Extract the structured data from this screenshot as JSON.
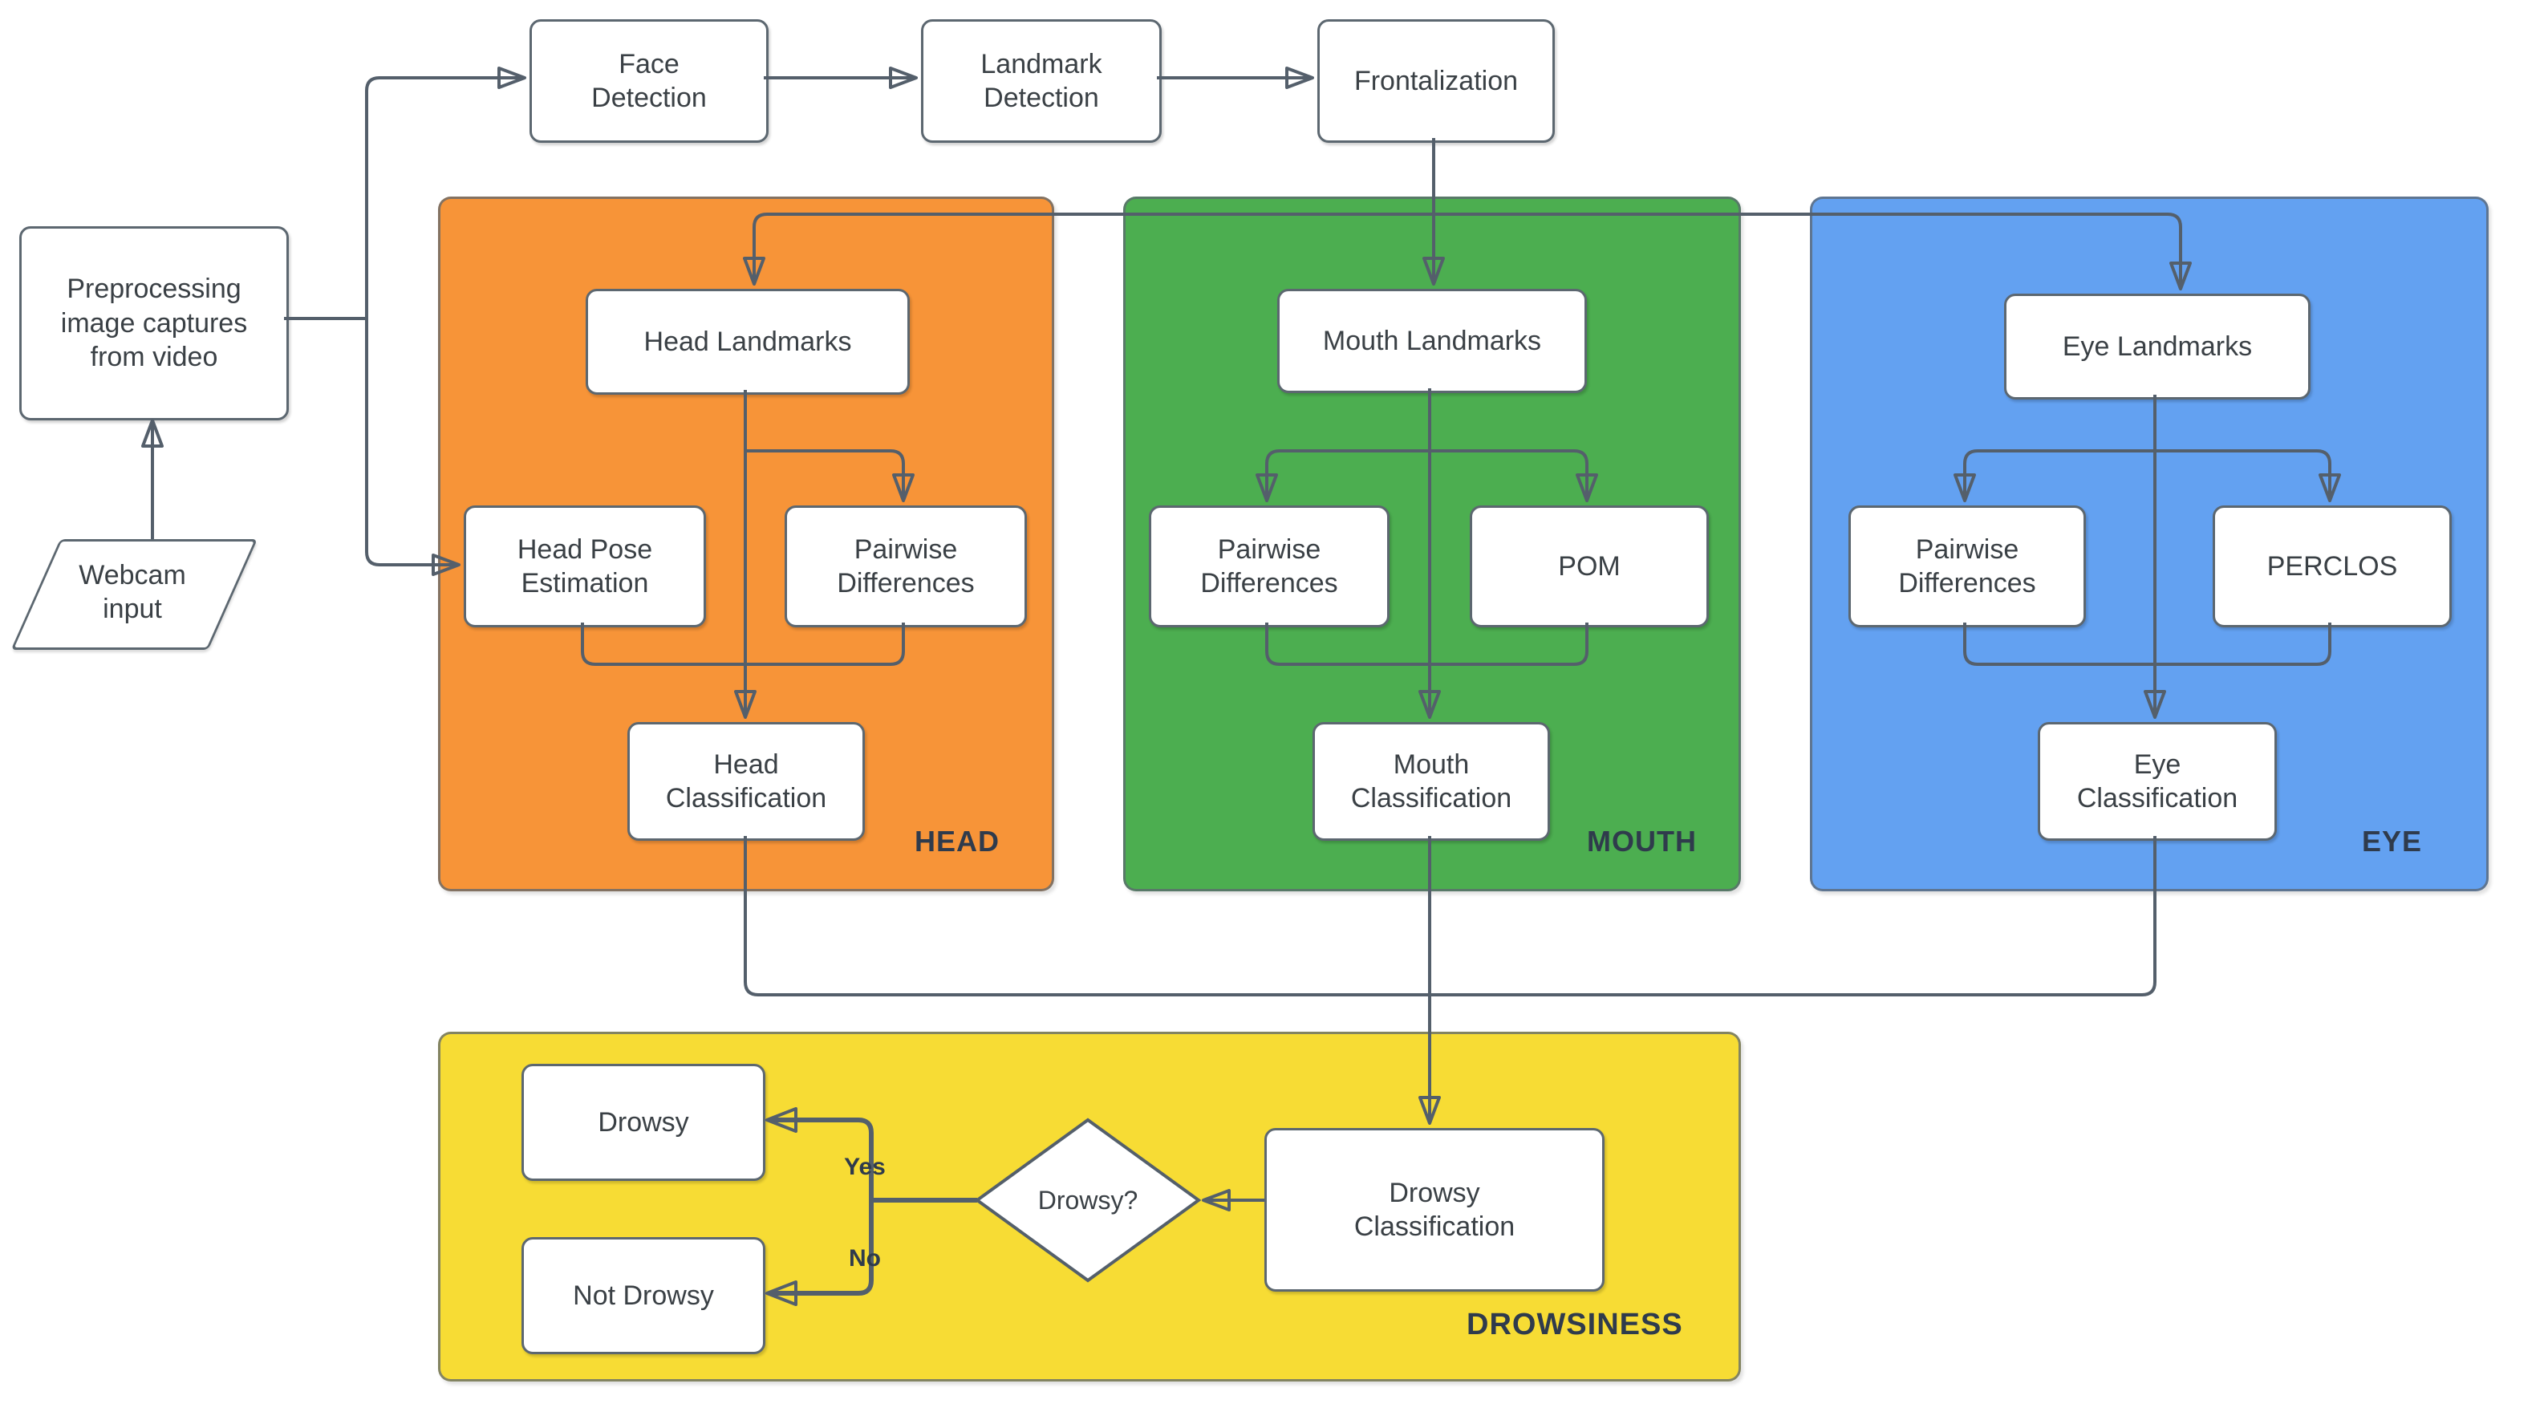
{
  "diagram": {
    "connector_color": "#545f6b",
    "top_row": {
      "face_detection": "Face\nDetection",
      "landmark_detection": "Landmark\nDetection",
      "frontalization": "Frontalization"
    },
    "inputs": {
      "preprocessing": "Preprocessing\nimage captures\nfrom video",
      "webcam": "Webcam\ninput"
    },
    "head_panel": {
      "label": "HEAD",
      "color": "#f79438",
      "landmarks": "Head Landmarks",
      "pose_estimation": "Head Pose\nEstimation",
      "pairwise_differences": "Pairwise\nDifferences",
      "classification": "Head\nClassification"
    },
    "mouth_panel": {
      "label": "MOUTH",
      "color": "#4cae50",
      "landmarks": "Mouth Landmarks",
      "pairwise_differences": "Pairwise\nDifferences",
      "pom": "POM",
      "classification": "Mouth\nClassification"
    },
    "eye_panel": {
      "label": "EYE",
      "color": "#63a1f1",
      "landmarks": "Eye Landmarks",
      "pairwise_differences": "Pairwise\nDifferences",
      "perclos": "PERCLOS",
      "classification": "Eye\nClassification"
    },
    "drowsiness_panel": {
      "label": "DROWSINESS",
      "color": "#f7dc34",
      "classification": "Drowsy\nClassification",
      "decision": "Drowsy?",
      "yes_label": "Yes",
      "no_label": "No",
      "yes_color": "#2f9e38",
      "no_color": "#e8251d",
      "drowsy": "Drowsy",
      "not_drowsy": "Not Drowsy"
    }
  }
}
